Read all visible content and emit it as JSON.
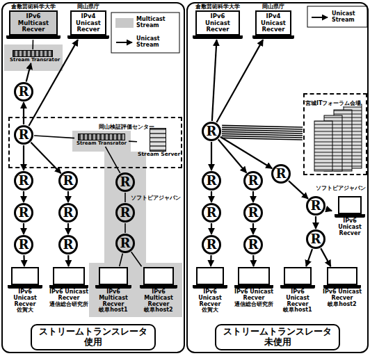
{
  "diagram": {
    "nodes": [
      {
        "text": [
          "ストリームトランスレータ 使用"
        ]
      },
      {
        "text": [
          "倉敷芸術科学大学",
          "IPv6 Multicast Recver"
        ],
        "in": 0
      },
      {
        "text": [
          "Stream Transrator"
        ],
        "in": 0
      },
      {
        "text": [
          "岡山県庁",
          "IPv4 Unicast Recver"
        ],
        "in": 0
      },
      {
        "text": [
          "R"
        ],
        "in": 0
      },
      {
        "text": [
          "岡山検証評価センター"
        ],
        "in": 0
      },
      {
        "text": [
          "R"
        ],
        "in": 5
      },
      {
        "text": [
          "Stream Transrator"
        ],
        "in": 5
      },
      {
        "text": [
          "Stream Server"
        ],
        "in": 5
      },
      {
        "text": [
          "R"
        ],
        "in": 0
      },
      {
        "text": [
          "R"
        ],
        "in": 0
      },
      {
        "text": [
          "R"
        ],
        "in": 0
      },
      {
        "text": [
          "R"
        ],
        "in": 0
      },
      {
        "text": [
          "R"
        ],
        "in": 0
      },
      {
        "text": [
          "R"
        ],
        "in": 0
      },
      {
        "text": [
          "R"
        ],
        "in": 0
      },
      {
        "text": [
          "R"
        ],
        "in": 0
      },
      {
        "text": [
          "R"
        ],
        "in": 0
      },
      {
        "text": [
          "IPv6 Unicast Recver",
          "佐賀大"
        ],
        "in": 0
      },
      {
        "text": [
          "IPv6 Unicast Recver",
          "通信総合研究所"
        ],
        "in": 0
      },
      {
        "text": [
          "IPv6 Multicast Recver",
          "岐阜host1"
        ],
        "in": 0
      },
      {
        "text": [
          "IPv6 Multicast Recver",
          "岐阜host2"
        ],
        "in": 0
      },
      {
        "text": [
          "ストリームトランスレータ 未使用"
        ]
      },
      {
        "text": [
          "倉敷芸術科学大学",
          "IPv6 Unicast Recver"
        ],
        "in": 22
      },
      {
        "text": [
          "岡山県庁",
          "IPv4 Unicast Recver"
        ],
        "in": 22
      },
      {
        "text": [
          "宮城ITフォーラム会場"
        ],
        "in": 22
      },
      {
        "text": [
          "R"
        ],
        "in": 22
      },
      {
        "text": [
          "R"
        ],
        "in": 22
      },
      {
        "text": [
          "R"
        ],
        "in": 22
      },
      {
        "text": [
          "R"
        ],
        "in": 22
      },
      {
        "text": [
          "R"
        ],
        "in": 22
      },
      {
        "text": [
          "R"
        ],
        "in": 22
      },
      {
        "text": [
          "R"
        ],
        "in": 22
      },
      {
        "text": [
          "R"
        ],
        "in": 22
      },
      {
        "text": [
          "R"
        ],
        "in": 22
      },
      {
        "text": [
          "R"
        ],
        "in": 22
      },
      {
        "text": [
          "IPv6 Unicast Recver"
        ],
        "in": 22
      },
      {
        "text": [
          "IPv6 Unicast Recver",
          "佐賀大"
        ],
        "in": 22
      },
      {
        "text": [
          "IPv6 Unicast Recver",
          "通信総合研究所"
        ],
        "in": 22
      },
      {
        "text": [
          "IPv6 Unicast Recver",
          "岐阜host1"
        ],
        "in": 22
      },
      {
        "text": [
          "IPv6 Unicast Recver",
          "岐阜host2"
        ],
        "in": 22
      }
    ],
    "edges": [
      {
        "from": 8,
        "to": 7,
        "arrow": "none"
      },
      {
        "from": 7,
        "to": 6,
        "arrow": "none"
      },
      {
        "from": 6,
        "to": 4,
        "arrow": "to"
      },
      {
        "from": 4,
        "to": 2,
        "arrow": "to"
      },
      {
        "from": 2,
        "to": 1,
        "arrow": "none"
      },
      {
        "from": 6,
        "to": 3,
        "arrow": "to"
      },
      {
        "from": 6,
        "to": 9,
        "arrow": "to"
      },
      {
        "from": 9,
        "to": 10,
        "arrow": "to"
      },
      {
        "from": 10,
        "to": 11,
        "arrow": "to"
      },
      {
        "from": 11,
        "to": 18,
        "arrow": "to"
      },
      {
        "from": 6,
        "to": 12,
        "arrow": "to"
      },
      {
        "from": 12,
        "to": 13,
        "arrow": "to"
      },
      {
        "from": 13,
        "to": 14,
        "arrow": "to"
      },
      {
        "from": 14,
        "to": 19,
        "arrow": "to"
      },
      {
        "from": 7,
        "to": 15,
        "arrow": "none"
      },
      {
        "from": 15,
        "to": 16,
        "arrow": "none"
      },
      {
        "from": 16,
        "to": 17,
        "arrow": "none"
      },
      {
        "from": 17,
        "to": 20,
        "arrow": "none"
      },
      {
        "from": 17,
        "to": 21,
        "arrow": "none"
      },
      {
        "from": 25,
        "to": 26,
        "arrow": "none"
      },
      {
        "from": 26,
        "to": 23,
        "arrow": "to"
      },
      {
        "from": 26,
        "to": 24,
        "arrow": "to"
      },
      {
        "from": 26,
        "to": 27,
        "arrow": "to"
      },
      {
        "from": 27,
        "to": 28,
        "arrow": "to"
      },
      {
        "from": 28,
        "to": 29,
        "arrow": "to"
      },
      {
        "from": 29,
        "to": 37,
        "arrow": "to"
      },
      {
        "from": 26,
        "to": 30,
        "arrow": "to"
      },
      {
        "from": 30,
        "to": 31,
        "arrow": "to"
      },
      {
        "from": 31,
        "to": 32,
        "arrow": "to"
      },
      {
        "from": 32,
        "to": 38,
        "arrow": "to"
      },
      {
        "from": 26,
        "to": 33,
        "arrow": "to"
      },
      {
        "from": 33,
        "to": 34,
        "arrow": "to"
      },
      {
        "from": 34,
        "to": 36,
        "arrow": "to"
      },
      {
        "from": 34,
        "to": 35,
        "arrow": "to"
      },
      {
        "from": 35,
        "to": 39,
        "arrow": "to"
      },
      {
        "from": 35,
        "to": 40,
        "arrow": "to"
      }
    ],
    "labels": [
      "ソフトピアジャパン",
      "ソフトピアジャパン"
    ],
    "legend": [
      {
        "text": "Multicast Stream",
        "color": "#c8c8c8"
      },
      {
        "text": "Unicast Stream"
      },
      {
        "text": "Unicast Stream"
      }
    ]
  }
}
